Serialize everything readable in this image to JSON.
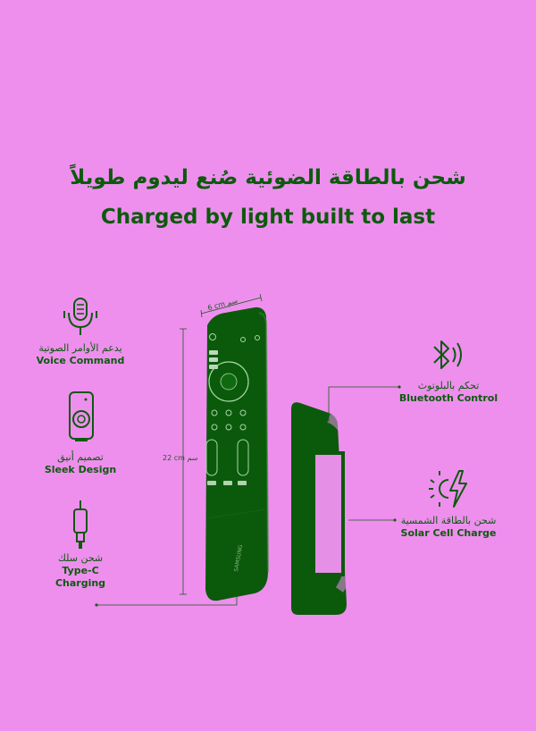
{
  "headline": {
    "arabic": "شحن بالطاقة الضوئية صُنع ليدوم طويلاً",
    "english": "Charged by light built to last"
  },
  "features_left": [
    {
      "icon": "microphone-icon",
      "label_ar": "يدعم الأوامر الصوتية",
      "label_en": "Voice Command"
    },
    {
      "icon": "remote-design-icon",
      "label_ar": "تصميم أنيق",
      "label_en": "Sleek Design"
    },
    {
      "icon": "usb-c-cable-icon",
      "label_ar": "شحن سلك",
      "label_en_line1": "Type-C",
      "label_en_line2": "Charging"
    }
  ],
  "features_right": [
    {
      "icon": "bluetooth-icon",
      "label_ar": "تحكم بالبلوتوث",
      "label_en": "Bluetooth Control"
    },
    {
      "icon": "solar-charge-icon",
      "label_ar": "شحن بالطاقة الشمسية",
      "label_en": "Solar Cell Charge"
    }
  ],
  "dimensions": {
    "width": "6 cm سم",
    "height": "22 cm سم"
  },
  "remote": {
    "brand": "SAMSUNG"
  },
  "colors": {
    "background": "#ee8fee",
    "accent": "#0c5a0c",
    "remote_body": "#0b5a0b"
  }
}
